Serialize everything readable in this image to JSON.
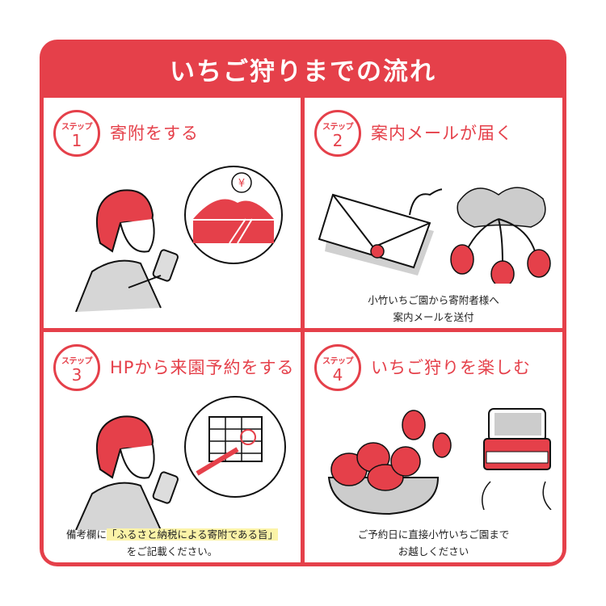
{
  "header": {
    "title": "いちご狩りまでの流れ"
  },
  "colors": {
    "accent": "#e5404a",
    "highlight": "#fbf3a8",
    "text": "#222222",
    "shade": "#cccccc"
  },
  "steps": [
    {
      "badge_label": "ステップ",
      "number": "1",
      "title": "寄附をする",
      "illustration": "woman-phone-donation-yen-farm",
      "caption": []
    },
    {
      "badge_label": "ステップ",
      "number": "2",
      "title": "案内メールが届く",
      "illustration": "envelope-and-strawberry-plant",
      "caption": [
        "小竹いちご園から寄附者様へ",
        "案内メールを送付"
      ]
    },
    {
      "badge_label": "ステップ",
      "number": "3",
      "title": "HPから来園予約をする",
      "illustration": "woman-phone-calendar",
      "caption_prefix": "備考欄に",
      "caption_highlight": "「ふるさと納税による寄附である旨」",
      "caption_line2": "をご記載ください。"
    },
    {
      "badge_label": "ステップ",
      "number": "4",
      "title": "いちご狩りを楽しむ",
      "illustration": "strawberry-bowl-and-car",
      "caption": [
        "ご予約日に直接小竹いちご園まで",
        "お越しください"
      ]
    }
  ]
}
